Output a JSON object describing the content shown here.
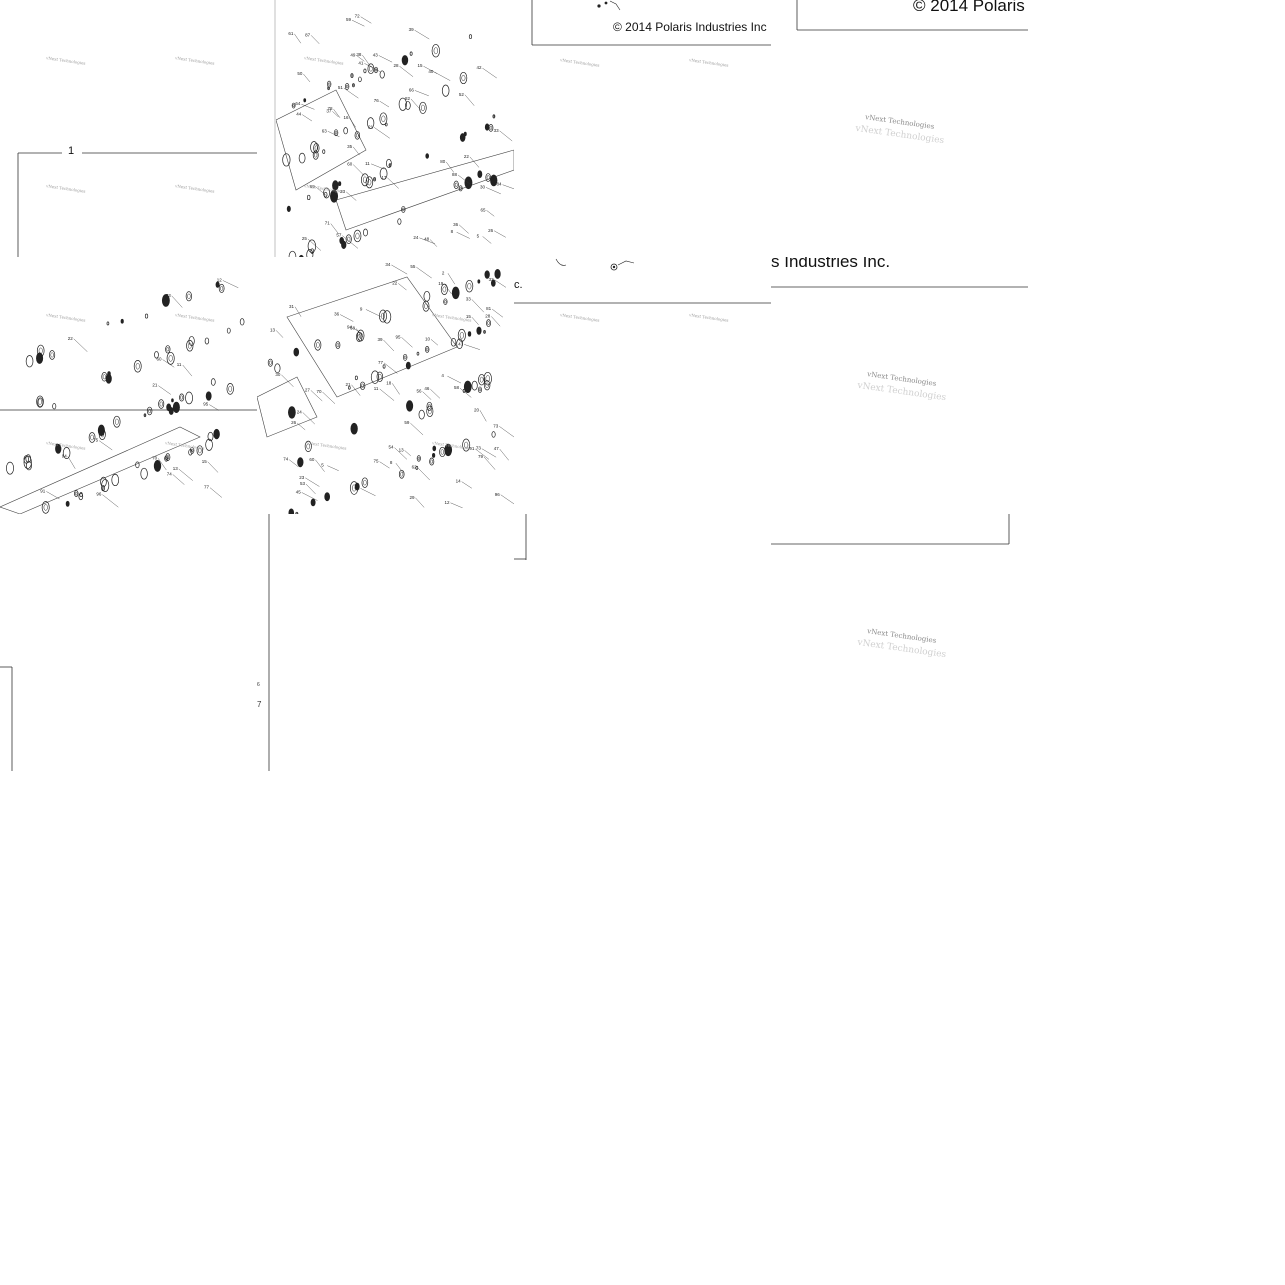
{
  "copyright_1": "© 2014 Polaris Industries Inc",
  "copyright_2": "© 2014 Polaris",
  "copyright_3": "s Industries Inc.",
  "copyright_fragment": "c.",
  "callout_1": "1",
  "watermark": "vNext Technologies",
  "leftover_numbers": {
    "a": "6",
    "b": "7"
  },
  "part_numbers_upper": [
    "50",
    "23",
    "22",
    "43",
    "82",
    "44",
    "80",
    "64",
    "41",
    "40",
    "21",
    "11",
    "30",
    "51",
    "52",
    "69",
    "35",
    "72",
    "26",
    "71",
    "66",
    "25",
    "24",
    "57",
    "63",
    "78",
    "33",
    "42",
    "48",
    "17",
    "65",
    "15",
    "38",
    "5",
    "8",
    "60",
    "28",
    "88",
    "84",
    "76",
    "49",
    "87",
    "59",
    "61",
    "16",
    "36",
    "39",
    "37"
  ],
  "part_numbers_lower": [
    "73",
    "2",
    "31",
    "34",
    "24",
    "81",
    "46",
    "68",
    "8",
    "23",
    "26",
    "54",
    "13",
    "30",
    "59",
    "62",
    "43",
    "9",
    "47",
    "45",
    "55",
    "36",
    "29",
    "79",
    "5",
    "32",
    "28",
    "39",
    "14",
    "61",
    "10",
    "33",
    "20",
    "18",
    "4",
    "53",
    "56",
    "27",
    "58",
    "19",
    "12",
    "22",
    "75",
    "70",
    "13",
    "77",
    "60",
    "73",
    "11",
    "21",
    "15",
    "74",
    "94",
    "95",
    "96",
    "91"
  ]
}
